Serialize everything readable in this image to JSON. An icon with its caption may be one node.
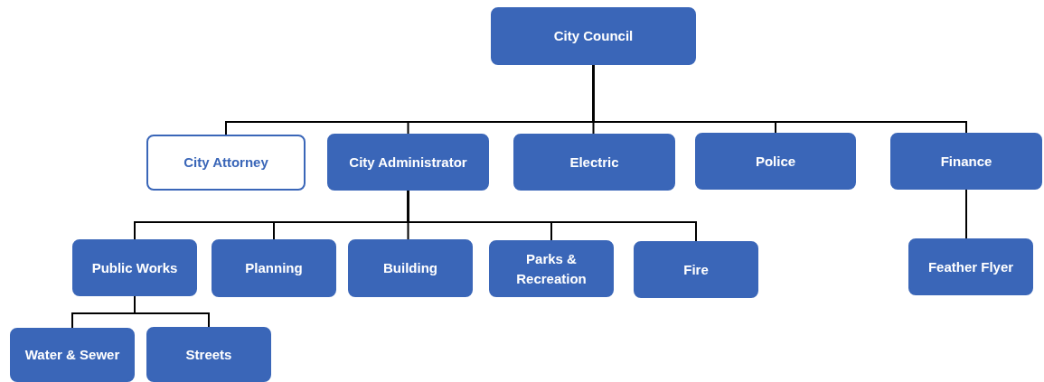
{
  "diagram": {
    "nodes": [
      {
        "text": [
          "City Council"
        ]
      },
      {
        "text": [
          "City Attorney"
        ]
      },
      {
        "text": [
          "City Administrator"
        ]
      },
      {
        "text": [
          "Electric"
        ]
      },
      {
        "text": [
          "Police"
        ]
      },
      {
        "text": [
          "Finance"
        ]
      },
      {
        "text": [
          "Public Works"
        ]
      },
      {
        "text": [
          "Planning"
        ]
      },
      {
        "text": [
          "Building"
        ]
      },
      {
        "text": [
          "Parks & Recreation"
        ]
      },
      {
        "text": [
          "Fire"
        ]
      },
      {
        "text": [
          "Feather Flyer"
        ]
      },
      {
        "text": [
          "Water & Sewer"
        ]
      },
      {
        "text": [
          "Streets"
        ]
      }
    ],
    "edges": [
      {
        "from": 0,
        "to": 1,
        "arrow": "none"
      },
      {
        "from": 0,
        "to": 2,
        "arrow": "none"
      },
      {
        "from": 0,
        "to": 3,
        "arrow": "none"
      },
      {
        "from": 0,
        "to": 4,
        "arrow": "none"
      },
      {
        "from": 0,
        "to": 5,
        "arrow": "none"
      },
      {
        "from": 2,
        "to": 6,
        "arrow": "none"
      },
      {
        "from": 2,
        "to": 7,
        "arrow": "none"
      },
      {
        "from": 2,
        "to": 8,
        "arrow": "none"
      },
      {
        "from": 2,
        "to": 9,
        "arrow": "none"
      },
      {
        "from": 2,
        "to": 10,
        "arrow": "none"
      },
      {
        "from": 5,
        "to": 11,
        "arrow": "none"
      },
      {
        "from": 6,
        "to": 12,
        "arrow": "none"
      },
      {
        "from": 6,
        "to": 13,
        "arrow": "none"
      }
    ]
  }
}
